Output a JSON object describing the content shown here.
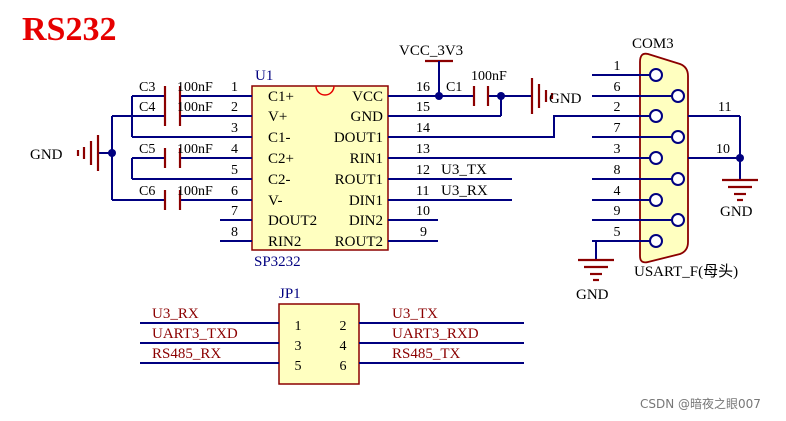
{
  "colors": {
    "wire": "#000080",
    "component": "#8B0000",
    "text_label": "#8B0000",
    "designator": "#000080",
    "pin_text": "#000000",
    "body_fill": "#FFFFC0",
    "title": "#E60000",
    "junction": "#000080",
    "watermark": "#777777"
  },
  "title": "RS232",
  "u1": {
    "ref": "U1",
    "part": "SP3232",
    "left_pins": [
      {
        "num": "1",
        "name": "C1+"
      },
      {
        "num": "2",
        "name": "V+"
      },
      {
        "num": "3",
        "name": "C1-"
      },
      {
        "num": "4",
        "name": "C2+"
      },
      {
        "num": "5",
        "name": "C2-"
      },
      {
        "num": "6",
        "name": "V-"
      },
      {
        "num": "7",
        "name": "DOUT2"
      },
      {
        "num": "8",
        "name": "RIN2"
      }
    ],
    "right_pins": [
      {
        "num": "16",
        "name": "VCC"
      },
      {
        "num": "15",
        "name": "GND"
      },
      {
        "num": "14",
        "name": "DOUT1"
      },
      {
        "num": "13",
        "name": "RIN1"
      },
      {
        "num": "12",
        "name": "ROUT1"
      },
      {
        "num": "11",
        "name": "DIN1"
      },
      {
        "num": "10",
        "name": "DIN2"
      },
      {
        "num": "9",
        "name": "ROUT2"
      }
    ]
  },
  "caps": [
    {
      "ref": "C3",
      "value": "100nF"
    },
    {
      "ref": "C4",
      "value": "100nF"
    },
    {
      "ref": "C5",
      "value": "100nF"
    },
    {
      "ref": "C6",
      "value": "100nF"
    },
    {
      "ref": "C1",
      "value": "100nF"
    }
  ],
  "nets": {
    "vcc": "VCC_3V3",
    "gnd": "GND",
    "u3_tx": "U3_TX",
    "u3_rx": "U3_RX"
  },
  "com3": {
    "ref": "COM3",
    "part": "USART_F(母头)",
    "pins": [
      "1",
      "6",
      "2",
      "7",
      "3",
      "8",
      "4",
      "9",
      "5"
    ],
    "shell_pins": [
      "11",
      "10"
    ]
  },
  "jp1": {
    "ref": "JP1",
    "left_pins": [
      "1",
      "3",
      "5"
    ],
    "right_pins": [
      "2",
      "4",
      "6"
    ],
    "left_nets": [
      "U3_RX",
      "UART3_TXD",
      "RS485_RX"
    ],
    "right_nets": [
      "U3_TX",
      "UART3_RXD",
      "RS485_TX"
    ]
  },
  "watermark": "CSDN @暗夜之眼007"
}
